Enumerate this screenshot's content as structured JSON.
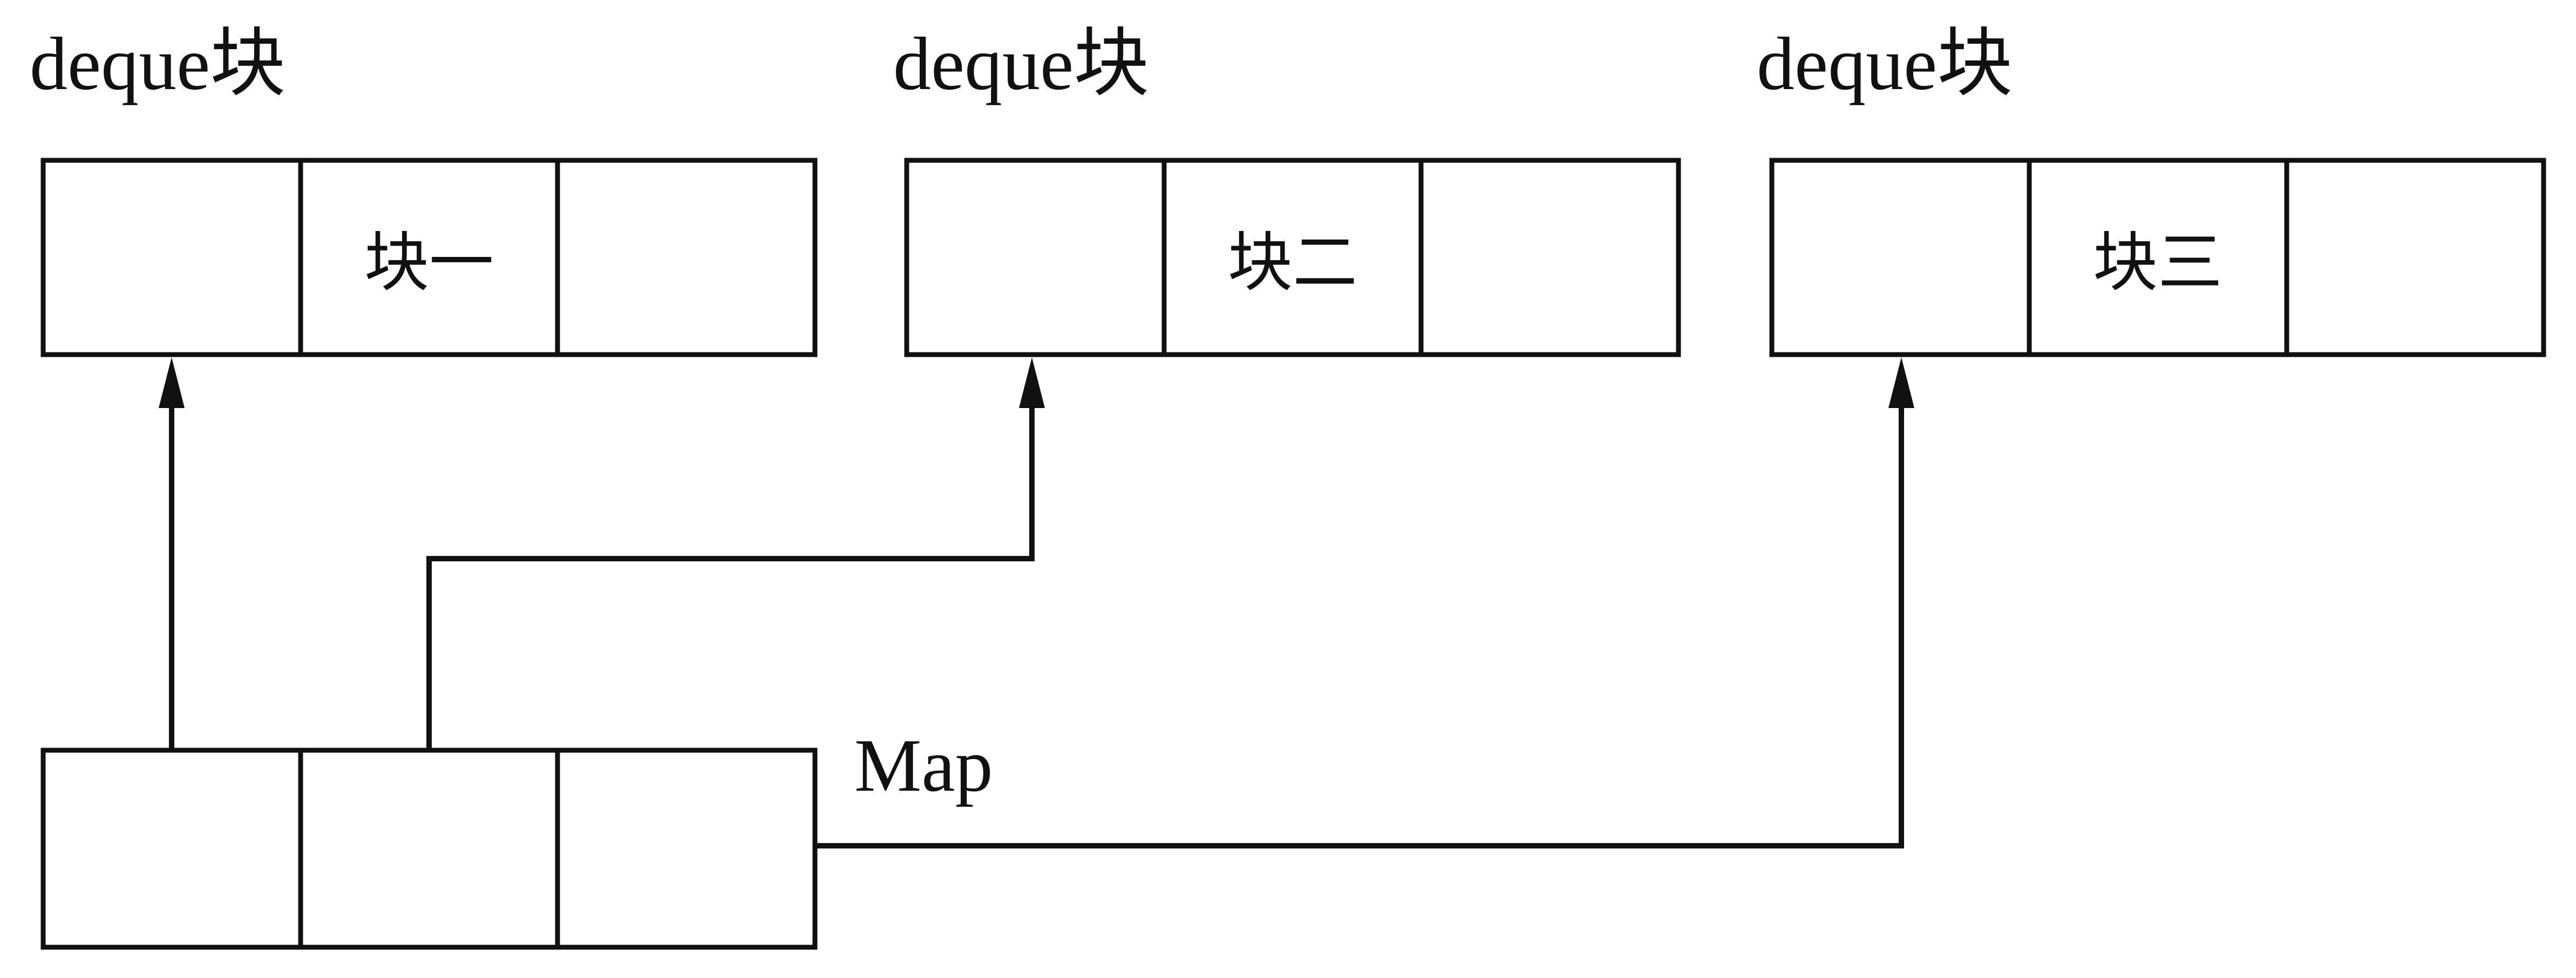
{
  "deque_blocks": [
    {
      "label": "deque块",
      "cells": [
        "",
        "块一",
        ""
      ]
    },
    {
      "label": "deque块",
      "cells": [
        "",
        "块二",
        ""
      ]
    },
    {
      "label": "deque块",
      "cells": [
        "",
        "块三",
        ""
      ]
    }
  ],
  "map": {
    "label": "Map",
    "cells": [
      "",
      "",
      ""
    ]
  },
  "links": [
    {
      "from_map_cell": 0,
      "to_block": 0
    },
    {
      "from_map_cell": 1,
      "to_block": 1
    },
    {
      "from_map_cell": 2,
      "to_block": 2
    }
  ],
  "colors": {
    "stroke": "#111111",
    "background": "#ffffff"
  }
}
